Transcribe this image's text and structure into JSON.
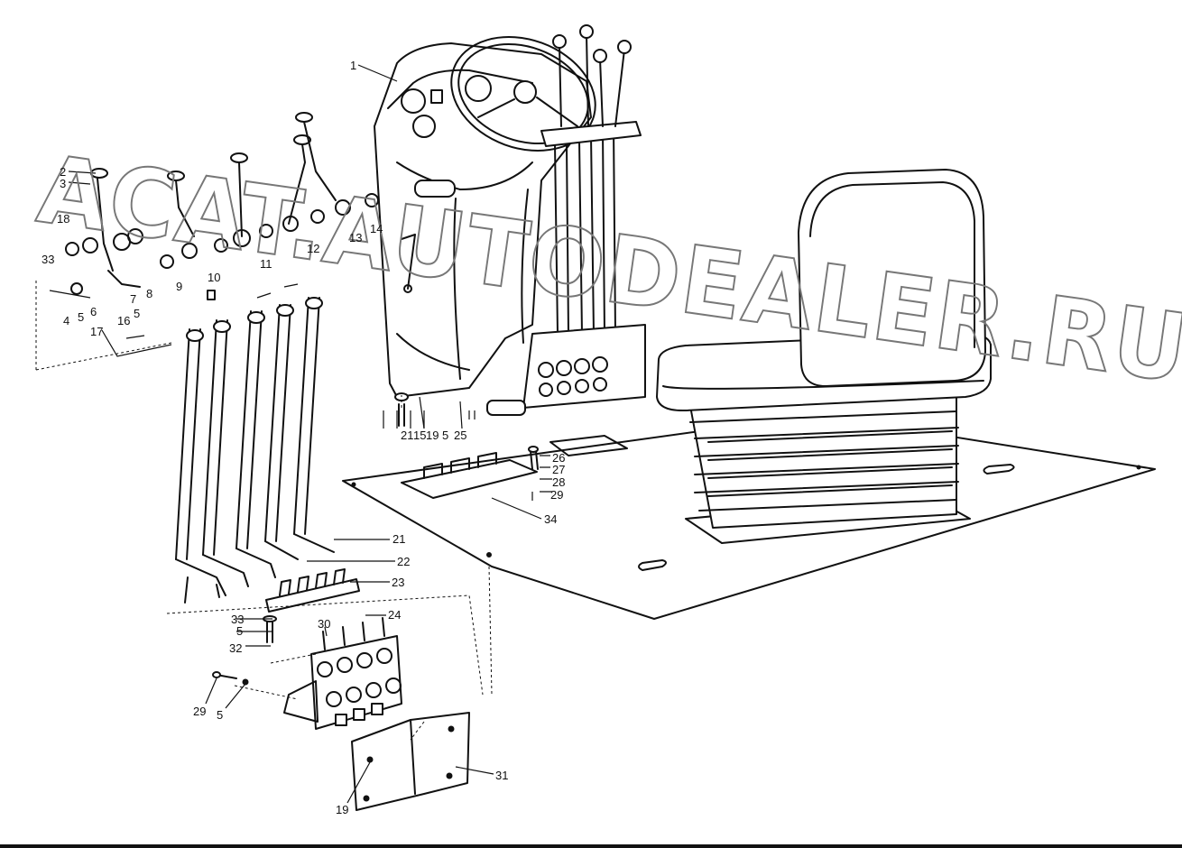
{
  "watermark": "ACAT.AUTODEALER.RU",
  "callouts": [
    {
      "id": "c1",
      "text": "1"
    },
    {
      "id": "c2",
      "text": "2"
    },
    {
      "id": "c3",
      "text": "3"
    },
    {
      "id": "c18",
      "text": "18"
    },
    {
      "id": "c33a",
      "text": "33"
    },
    {
      "id": "c4",
      "text": "4"
    },
    {
      "id": "c5a",
      "text": "5"
    },
    {
      "id": "c6",
      "text": "6"
    },
    {
      "id": "c7",
      "text": "7"
    },
    {
      "id": "c8",
      "text": "8"
    },
    {
      "id": "c9",
      "text": "9"
    },
    {
      "id": "c10",
      "text": "10"
    },
    {
      "id": "c11",
      "text": "11"
    },
    {
      "id": "c12",
      "text": "12"
    },
    {
      "id": "c13",
      "text": "13"
    },
    {
      "id": "c14",
      "text": "14"
    },
    {
      "id": "c16",
      "text": "16"
    },
    {
      "id": "c5b",
      "text": "5"
    },
    {
      "id": "c17",
      "text": "17"
    },
    {
      "id": "c21a",
      "text": "21"
    },
    {
      "id": "c15",
      "text": "15"
    },
    {
      "id": "c19a",
      "text": "19"
    },
    {
      "id": "c5c",
      "text": "5"
    },
    {
      "id": "c25",
      "text": "25"
    },
    {
      "id": "c26",
      "text": "26"
    },
    {
      "id": "c27",
      "text": "27"
    },
    {
      "id": "c28",
      "text": "28"
    },
    {
      "id": "c29a",
      "text": "29"
    },
    {
      "id": "c34",
      "text": "34"
    },
    {
      "id": "c21b",
      "text": "21"
    },
    {
      "id": "c22",
      "text": "22"
    },
    {
      "id": "c23",
      "text": "23"
    },
    {
      "id": "c33b",
      "text": "33"
    },
    {
      "id": "c5d",
      "text": "5"
    },
    {
      "id": "c24",
      "text": "24"
    },
    {
      "id": "c30",
      "text": "30"
    },
    {
      "id": "c32",
      "text": "32"
    },
    {
      "id": "c29b",
      "text": "29"
    },
    {
      "id": "c5e",
      "text": "5"
    },
    {
      "id": "c31",
      "text": "31"
    },
    {
      "id": "c19b",
      "text": "19"
    }
  ]
}
